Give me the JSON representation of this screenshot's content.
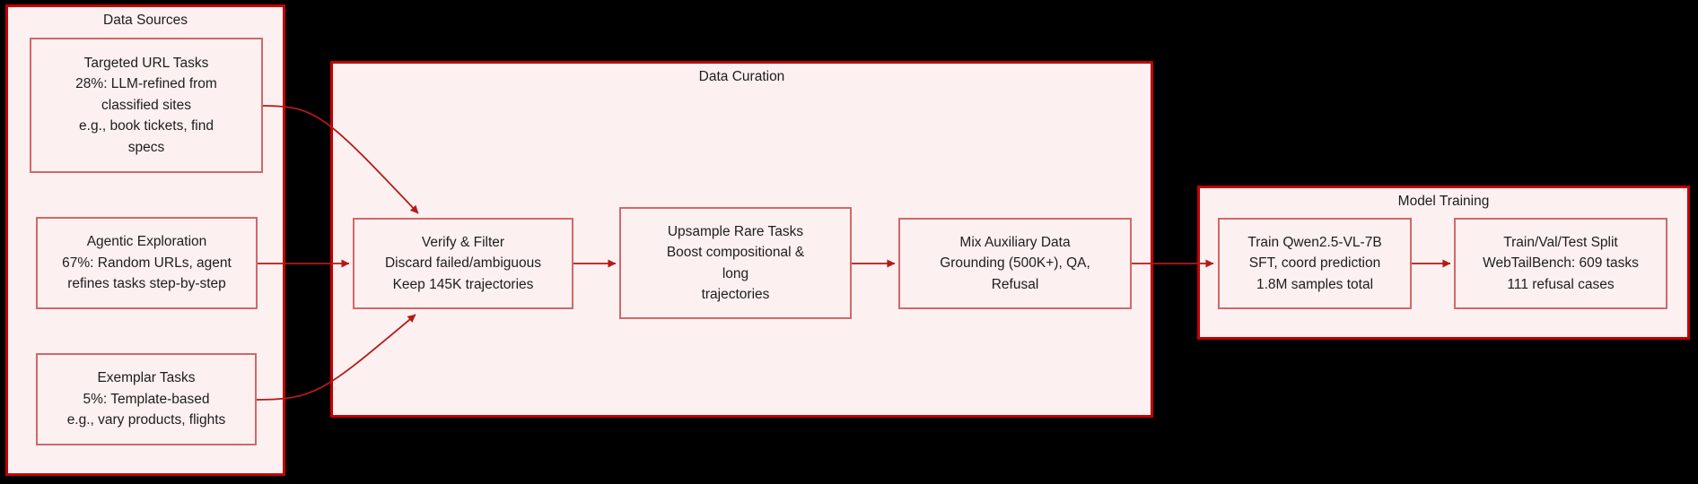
{
  "theme": {
    "canvas-bg": "#000000",
    "container-fill": "#fdf0f0",
    "container-border": "#c40000",
    "node-fill": "#fdf0f0",
    "node-border": "#d16868",
    "arrow-color": "#b21a1a",
    "text-color": "#1d1d1d"
  },
  "containers": {
    "data_sources": {
      "title": "Data Sources"
    },
    "data_curation": {
      "title": "Data Curation"
    },
    "model_training": {
      "title": "Model Training"
    }
  },
  "nodes": {
    "targeted_url_tasks": {
      "lines": [
        "Targeted URL Tasks",
        "28%: LLM-refined from",
        "classified sites",
        "e.g., book tickets, find",
        "specs"
      ]
    },
    "agentic_exploration": {
      "lines": [
        "Agentic Exploration",
        "67%: Random URLs, agent",
        "refines tasks step-by-step"
      ]
    },
    "exemplar_tasks": {
      "lines": [
        "Exemplar Tasks",
        "5%: Template-based",
        "e.g., vary products, flights"
      ]
    },
    "verify_filter": {
      "lines": [
        "Verify & Filter",
        "Discard failed/ambiguous",
        "Keep 145K trajectories"
      ]
    },
    "upsample_rare_tasks": {
      "lines": [
        "Upsample Rare Tasks",
        "Boost compositional &",
        "long",
        "trajectories"
      ]
    },
    "mix_auxiliary_data": {
      "lines": [
        "Mix Auxiliary Data",
        "Grounding (500K+), QA,",
        "Refusal"
      ]
    },
    "train_qwen": {
      "lines": [
        "Train Qwen2.5-VL-7B",
        "SFT, coord prediction",
        "1.8M samples total"
      ]
    },
    "train_val_test": {
      "lines": [
        "Train/Val/Test Split",
        "WebTailBench: 609 tasks",
        "111 refusal cases"
      ]
    }
  }
}
